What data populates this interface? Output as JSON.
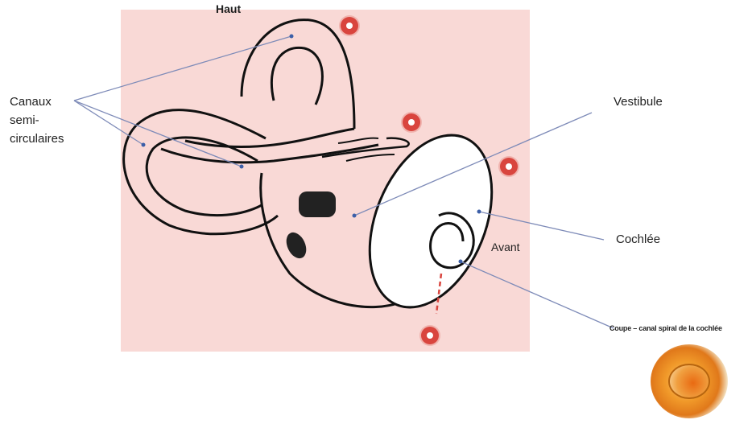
{
  "labels": {
    "haut": "Haut",
    "canaux_line1": "Canaux",
    "canaux_line2": "semi-",
    "canaux_line3": "circulaires",
    "vestibule": "Vestibule",
    "cochlee": "Cochlée",
    "avant": "Avant",
    "coupe": "Coupe – canal spiral de la cochlée"
  },
  "colors": {
    "background_panel": "#f9d9d6",
    "outline": "#111111",
    "pointer_line": "#7e8bb8",
    "marker": "#d9453e"
  },
  "icons": {
    "marker": "red-dot-marker-icon",
    "thumbnail": "cochlea-cross-section-image"
  }
}
